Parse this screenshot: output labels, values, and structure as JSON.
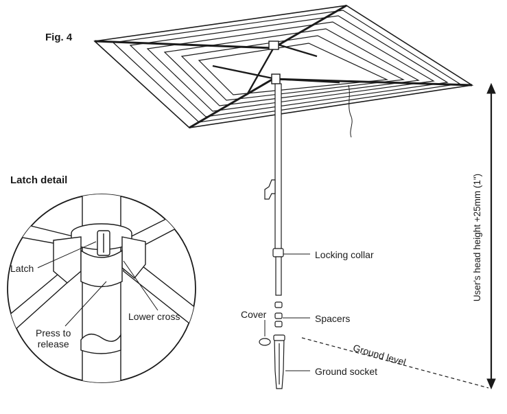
{
  "figure": {
    "title": "Fig. 4"
  },
  "latch_detail": {
    "title": "Latch detail",
    "labels": {
      "latch": "Latch",
      "press_to_release": "Press to\nrelease",
      "lower_cross": "Lower cross"
    }
  },
  "callouts": {
    "locking_collar": "Locking collar",
    "cover": "Cover",
    "spacers": "Spacers",
    "ground_socket": "Ground socket",
    "ground_level": "Ground level",
    "height": "User's head height +25mm (1\")"
  },
  "colors": {
    "line": "#1a1a1a",
    "background": "#ffffff"
  }
}
